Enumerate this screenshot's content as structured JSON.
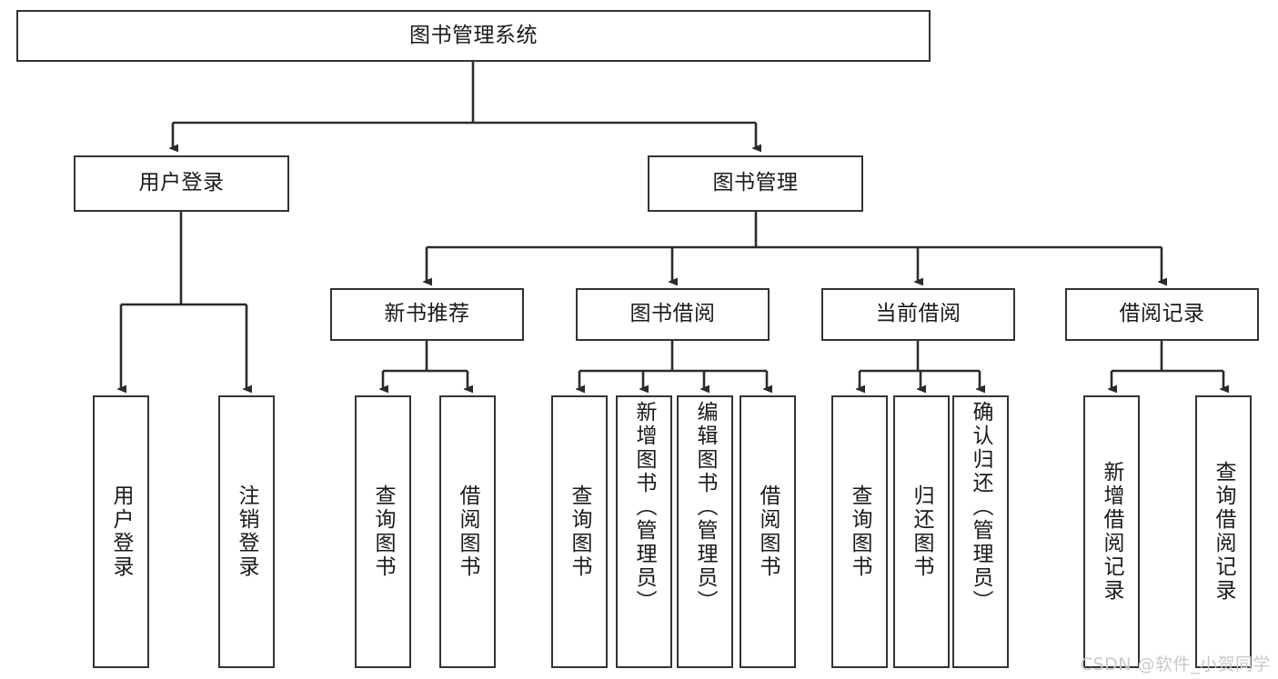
{
  "diagram": {
    "title": "图书管理系统",
    "type": "tree-hierarchy",
    "watermark": "CSDN @软件_小贺同学",
    "colors": {
      "stroke": "#333333",
      "text": "#1a1a1a",
      "background": "#ffffff",
      "watermark": "#c9c9c9"
    }
  },
  "nodes": {
    "root": {
      "label": "图书管理系统"
    },
    "level2": [
      {
        "label": "用户登录"
      },
      {
        "label": "图书管理"
      }
    ],
    "level3": [
      {
        "label": "新书推荐"
      },
      {
        "label": "图书借阅"
      },
      {
        "label": "当前借阅"
      },
      {
        "label": "借阅记录"
      }
    ],
    "leaves": {
      "user_login": [
        {
          "label": "用户登录"
        },
        {
          "label": "注销登录"
        }
      ],
      "new_book_recommend": [
        {
          "label": "查询图书"
        },
        {
          "label": "借阅图书"
        }
      ],
      "book_borrow": [
        {
          "label": "查询图书"
        },
        {
          "label": "新增图书（管理员）"
        },
        {
          "label": "编辑图书（管理员）"
        },
        {
          "label": "借阅图书"
        }
      ],
      "current_borrow": [
        {
          "label": "查询图书"
        },
        {
          "label": "归还图书"
        },
        {
          "label": "确认归还（管理员）"
        }
      ],
      "borrow_record": [
        {
          "label": "新增借阅记录"
        },
        {
          "label": "查询借阅记录"
        }
      ]
    }
  }
}
